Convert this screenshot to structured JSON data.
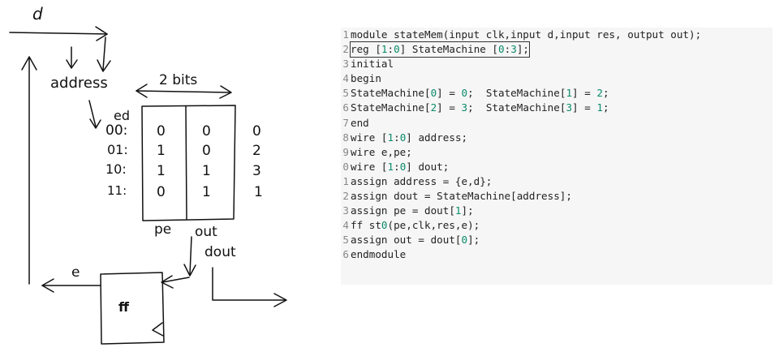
{
  "diagram": {
    "labels": {
      "d": "d",
      "address": "address",
      "bits": "2 bits",
      "ed": "ed",
      "pe": "pe",
      "out": "out",
      "dout": "dout",
      "e": "e",
      "ff": "ff"
    },
    "rows": [
      {
        "addr": "00:",
        "pe": "0",
        "out": "0",
        "value": "0"
      },
      {
        "addr": "01:",
        "pe": "1",
        "out": "0",
        "value": "2"
      },
      {
        "addr": "10:",
        "pe": "1",
        "out": "1",
        "value": "3"
      },
      {
        "addr": "11:",
        "pe": "0",
        "out": "1",
        "value": "1"
      }
    ]
  },
  "code": {
    "lines": [
      {
        "no": "1",
        "text": "module stateMem(input clk,input d,input res, output out);"
      },
      {
        "no": "2",
        "text": "reg [1:0] StateMachine [0:3];",
        "boxed": true
      },
      {
        "no": "3",
        "text": "initial"
      },
      {
        "no": "4",
        "text": "begin"
      },
      {
        "no": "5",
        "text": "StateMachine[0] = 0;  StateMachine[1] = 2;"
      },
      {
        "no": "6",
        "text": "StateMachine[2] = 3;  StateMachine[3] = 1;"
      },
      {
        "no": "7",
        "text": "end"
      },
      {
        "no": "8",
        "text": "wire [1:0] address;"
      },
      {
        "no": "9",
        "text": "wire e,pe;"
      },
      {
        "no": "0",
        "text": "wire [1:0] dout;"
      },
      {
        "no": "1",
        "text": "assign address = {e,d};"
      },
      {
        "no": "2",
        "text": "assign dout = StateMachine[address];"
      },
      {
        "no": "3",
        "text": "assign pe = dout[1];"
      },
      {
        "no": "4",
        "text": "ff st0(pe,clk,res,e);"
      },
      {
        "no": "5",
        "text": "assign out = dout[0];"
      },
      {
        "no": "6",
        "text": "endmodule"
      }
    ]
  }
}
